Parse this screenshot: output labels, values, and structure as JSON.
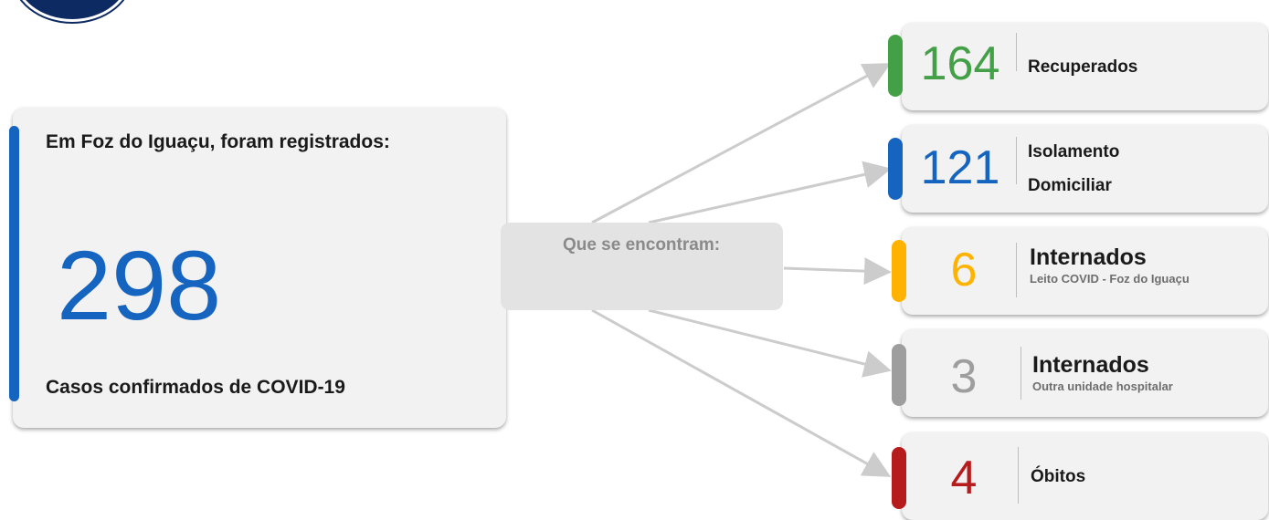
{
  "summary": {
    "title": "Em Foz do Iguaçu, foram registrados:",
    "total": "298",
    "caption": "Casos confirmados de COVID-19",
    "accent_color": "#1565c0"
  },
  "breakdown_label": "Que se encontram:",
  "stats": [
    {
      "value": "164",
      "label": "Recuperados",
      "sublabel": "",
      "color": "#43a047"
    },
    {
      "value": "121",
      "label": "Isolamento",
      "label_line2": "Domiciliar",
      "sublabel": "",
      "color": "#1565c0"
    },
    {
      "value": "6",
      "label": "Internados",
      "sublabel": "Leito COVID - Foz do Iguaçu",
      "color": "#ffb300"
    },
    {
      "value": "3",
      "label": "Internados",
      "sublabel": "Outra unidade hospitalar",
      "color": "#9e9e9e"
    },
    {
      "value": "4",
      "label": "Óbitos",
      "sublabel": "",
      "color": "#b71c1c"
    }
  ]
}
